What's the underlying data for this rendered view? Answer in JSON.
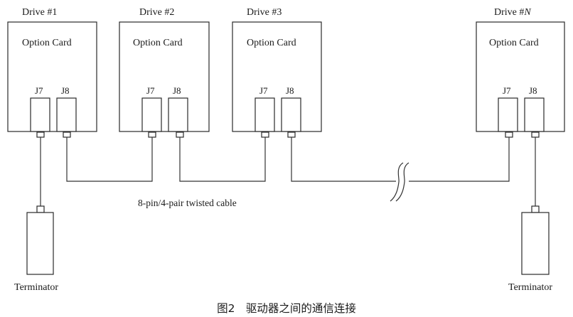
{
  "diagram": {
    "drives": [
      {
        "label_prefix": "Drive #",
        "label_num": "1",
        "italic_num": false,
        "card_label": "Option Card",
        "port_left": "J7",
        "port_right": "J8"
      },
      {
        "label_prefix": "Drive #",
        "label_num": "2",
        "italic_num": false,
        "card_label": "Option Card",
        "port_left": "J7",
        "port_right": "J8"
      },
      {
        "label_prefix": "Drive #",
        "label_num": "3",
        "italic_num": false,
        "card_label": "Option Card",
        "port_left": "J7",
        "port_right": "J8"
      },
      {
        "label_prefix": "Drive #",
        "label_num": "N",
        "italic_num": true,
        "card_label": "Option Card",
        "port_left": "J7",
        "port_right": "J8"
      }
    ],
    "cable_label": "8-pin/4-pair twisted cable",
    "terminators": [
      {
        "label": "Terminator",
        "attached_to": "Drive #1 J7"
      },
      {
        "label": "Terminator",
        "attached_to": "Drive #N J8"
      }
    ],
    "connections": [
      {
        "from": "Drive #1 J8",
        "to": "Drive #2 J7"
      },
      {
        "from": "Drive #2 J8",
        "to": "Drive #3 J7"
      },
      {
        "from": "Drive #3 J8",
        "to": "Drive #N J7",
        "break_symbol": true
      }
    ],
    "caption": "图2　驱动器之间的通信连接"
  }
}
